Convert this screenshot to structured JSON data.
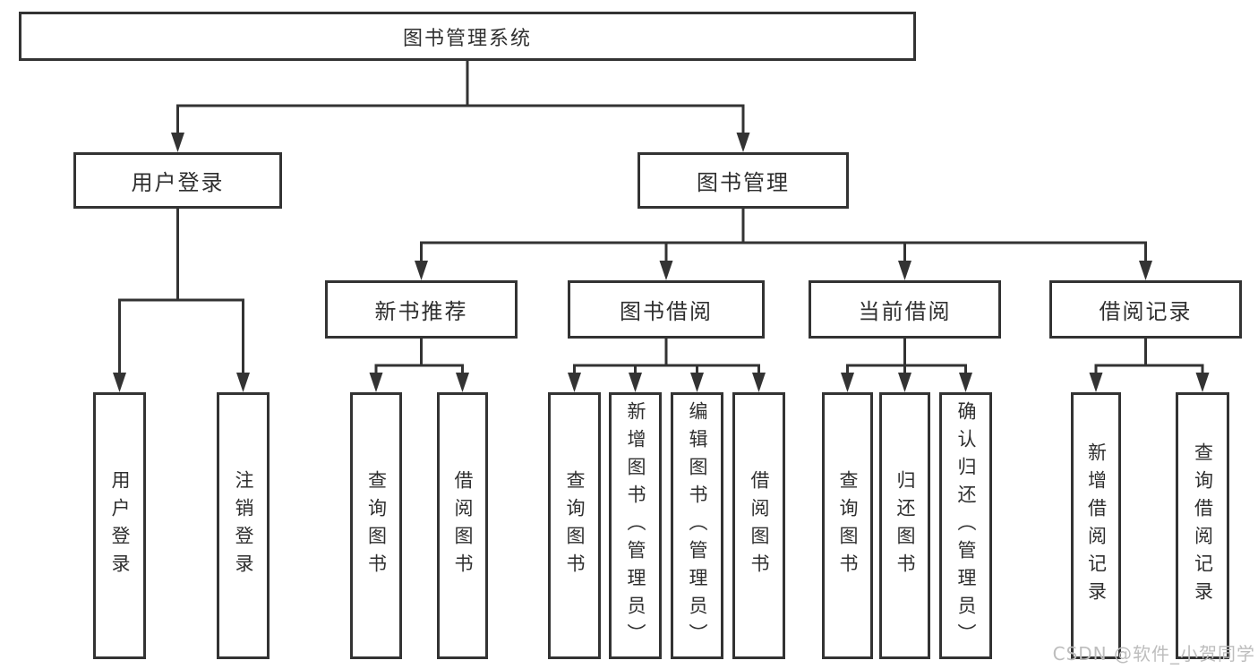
{
  "colors": {
    "line": "#333333",
    "text": "#2f2f2f",
    "box_background": "#ffffff",
    "page_background": "#ffffff",
    "watermark": "#bdbdbd"
  },
  "watermark": {
    "text": "CSDN @软件_小贺同学"
  },
  "nodes": {
    "root": {
      "label": "图书管理系统"
    },
    "user_login": {
      "label": "用户登录"
    },
    "book_management": {
      "label": "图书管理"
    },
    "login": {
      "label": "用户登录"
    },
    "logout": {
      "label": "注销登录"
    },
    "new_book_recommend": {
      "label": "新书推荐"
    },
    "book_borrowing": {
      "label": "图书借阅"
    },
    "current_borrowing": {
      "label": "当前借阅"
    },
    "borrowing_records": {
      "label": "借阅记录"
    },
    "nbr_query_books": {
      "label": "查询图书"
    },
    "nbr_borrow_books": {
      "label": "借阅图书"
    },
    "bb_query_books": {
      "label": "查询图书"
    },
    "bb_add_books": {
      "label": "新增图书（管理员）"
    },
    "bb_edit_books": {
      "label": "编辑图书（管理员）"
    },
    "bb_borrow_books": {
      "label": "借阅图书"
    },
    "cb_query_books": {
      "label": "查询图书"
    },
    "cb_return_books": {
      "label": "归还图书"
    },
    "cb_confirm_return": {
      "label": "确认归还（管理员）"
    },
    "br_add_borrow_record": {
      "label": "新增借阅记录"
    },
    "br_query_borrow_record": {
      "label": "查询借阅记录"
    }
  }
}
